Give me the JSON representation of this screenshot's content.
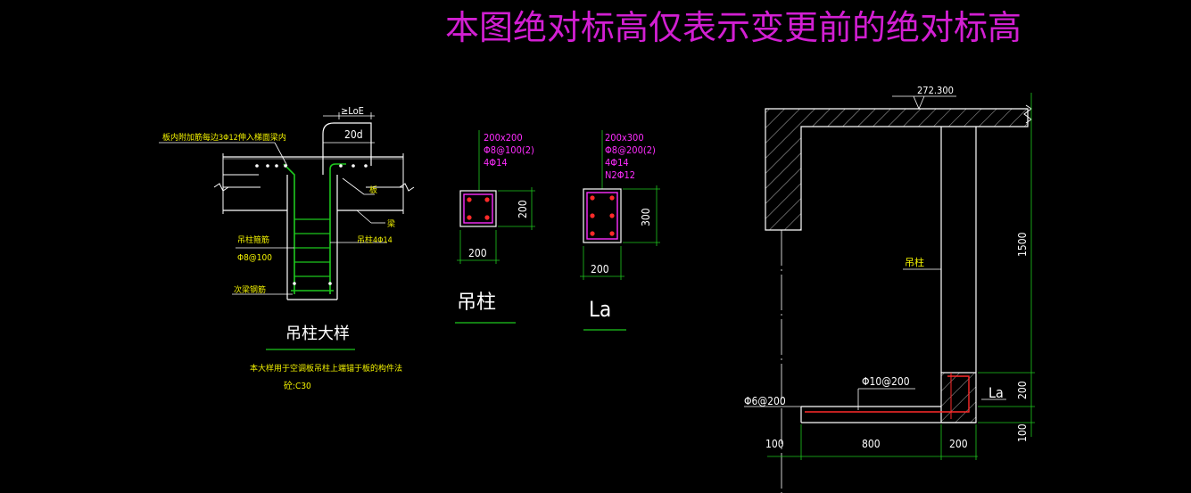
{
  "title": "本图绝对标高仅表示变更前的绝对标高",
  "detail_left": {
    "anchor_label": "≥LoE",
    "dim_20d": "20d",
    "note_top": "板内附加筋每边3Φ12伸入梯面梁内",
    "label_slab": "板",
    "label_beam": "梁",
    "label_stirrup": "吊柱箍筋",
    "label_stirrup_spec": "Φ8@100",
    "label_mainbar": "吊柱4Φ14",
    "label_bottom": "次梁钢筋",
    "caption": "吊柱大样",
    "note1": "本大样用于空调板吊柱上端锚于板的构件法",
    "note2": "砼:C30"
  },
  "section_a": {
    "size": "200x200",
    "stirrup": "Φ8@100(2)",
    "bars": "4Φ14",
    "dim_h": "200",
    "dim_w": "200",
    "caption": "吊柱"
  },
  "section_b": {
    "size": "200x300",
    "stirrup": "Φ8@200(2)",
    "bars": "4Φ14",
    "extra": "N2Φ12",
    "dim_h": "300",
    "dim_w": "200",
    "caption": "La"
  },
  "right_detail": {
    "elevation": "272.300",
    "label_column": "吊柱",
    "dim_1500": "1500",
    "dim_200_v": "200",
    "dim_100_v": "100",
    "label_la": "La",
    "rebar_top": "Φ10@200",
    "rebar_left": "Φ6@200",
    "dim_100": "100",
    "dim_800": "800",
    "dim_200": "200"
  },
  "colors": {
    "background": "#000000",
    "title": "#d21fd2",
    "magenta": "#ff2dff",
    "white": "#ffffff",
    "green": "#1ec81e",
    "red": "#ff2a2a",
    "yellow": "#f2f200"
  }
}
